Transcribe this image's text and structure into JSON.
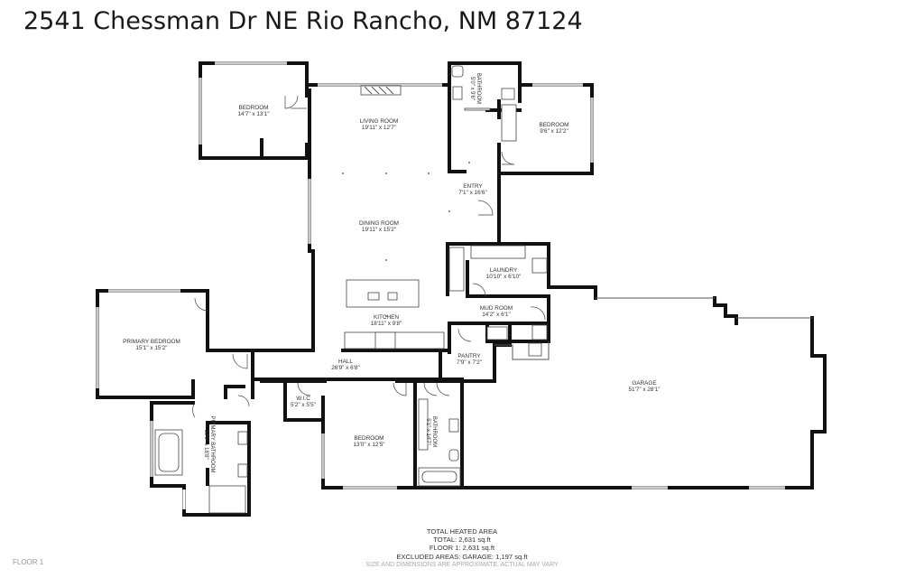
{
  "title": "2541 Chessman Dr NE Rio Rancho, NM 87124",
  "rooms": {
    "bedroom_nw": {
      "name": "BEDROOM",
      "dims": "14'7\" x 13'1\""
    },
    "living_room": {
      "name": "LIVING ROOM",
      "dims": "19'11\" x 12'7\""
    },
    "bathroom_n": {
      "name": "BATHROOM",
      "dims": "5'0\" x 9'6\""
    },
    "bedroom_ne": {
      "name": "BEDROOM",
      "dims": "9'6\" x 12'2\""
    },
    "entry": {
      "name": "ENTRY",
      "dims": "7'1\" x 16'6\""
    },
    "dining_room": {
      "name": "DINING ROOM",
      "dims": "19'11\" x 15'2\""
    },
    "laundry": {
      "name": "LAUNDRY",
      "dims": "10'10\" x 6'10\""
    },
    "kitchen": {
      "name": "KITCHEN",
      "dims": "18'11\" x 9'8\""
    },
    "mud_room": {
      "name": "MUD ROOM",
      "dims": "14'2\" x 6'1\""
    },
    "primary_bedroom": {
      "name": "PRIMARY BEDROOM",
      "dims": "15'1\" x 15'2\""
    },
    "hall": {
      "name": "HALL",
      "dims": "26'9\" x 6'8\""
    },
    "pantry": {
      "name": "PANTRY",
      "dims": "7'9\" x 7'2\""
    },
    "garage": {
      "name": "GARAGE",
      "dims": "51'7\" x 28'1\""
    },
    "wic": {
      "name": "W.I.C",
      "dims": "5'2\" x 5'5\""
    },
    "bedroom_s": {
      "name": "BEDROOM",
      "dims": "13'0\" x 12'5\""
    },
    "bathroom_s": {
      "name": "BATHROOM",
      "dims": "5'1\" x 14'7\""
    },
    "primary_bathroom": {
      "name": "PRIMARY BATHROOM",
      "dims": "13'6\" x 18'8\""
    }
  },
  "area": {
    "heading": "TOTAL HEATED AREA",
    "total": "TOTAL: 2,631 sq.ft",
    "floor1": "FLOOR 1: 2,631 sq.ft",
    "excluded": "EXCLUDED AREAS: GARAGE: 1,197 sq.ft",
    "disclaimer": "SIZE AND DIMENSIONS ARE APPROXIMATE, ACTUAL MAY VARY"
  },
  "floor_label": "FLOOR 1"
}
